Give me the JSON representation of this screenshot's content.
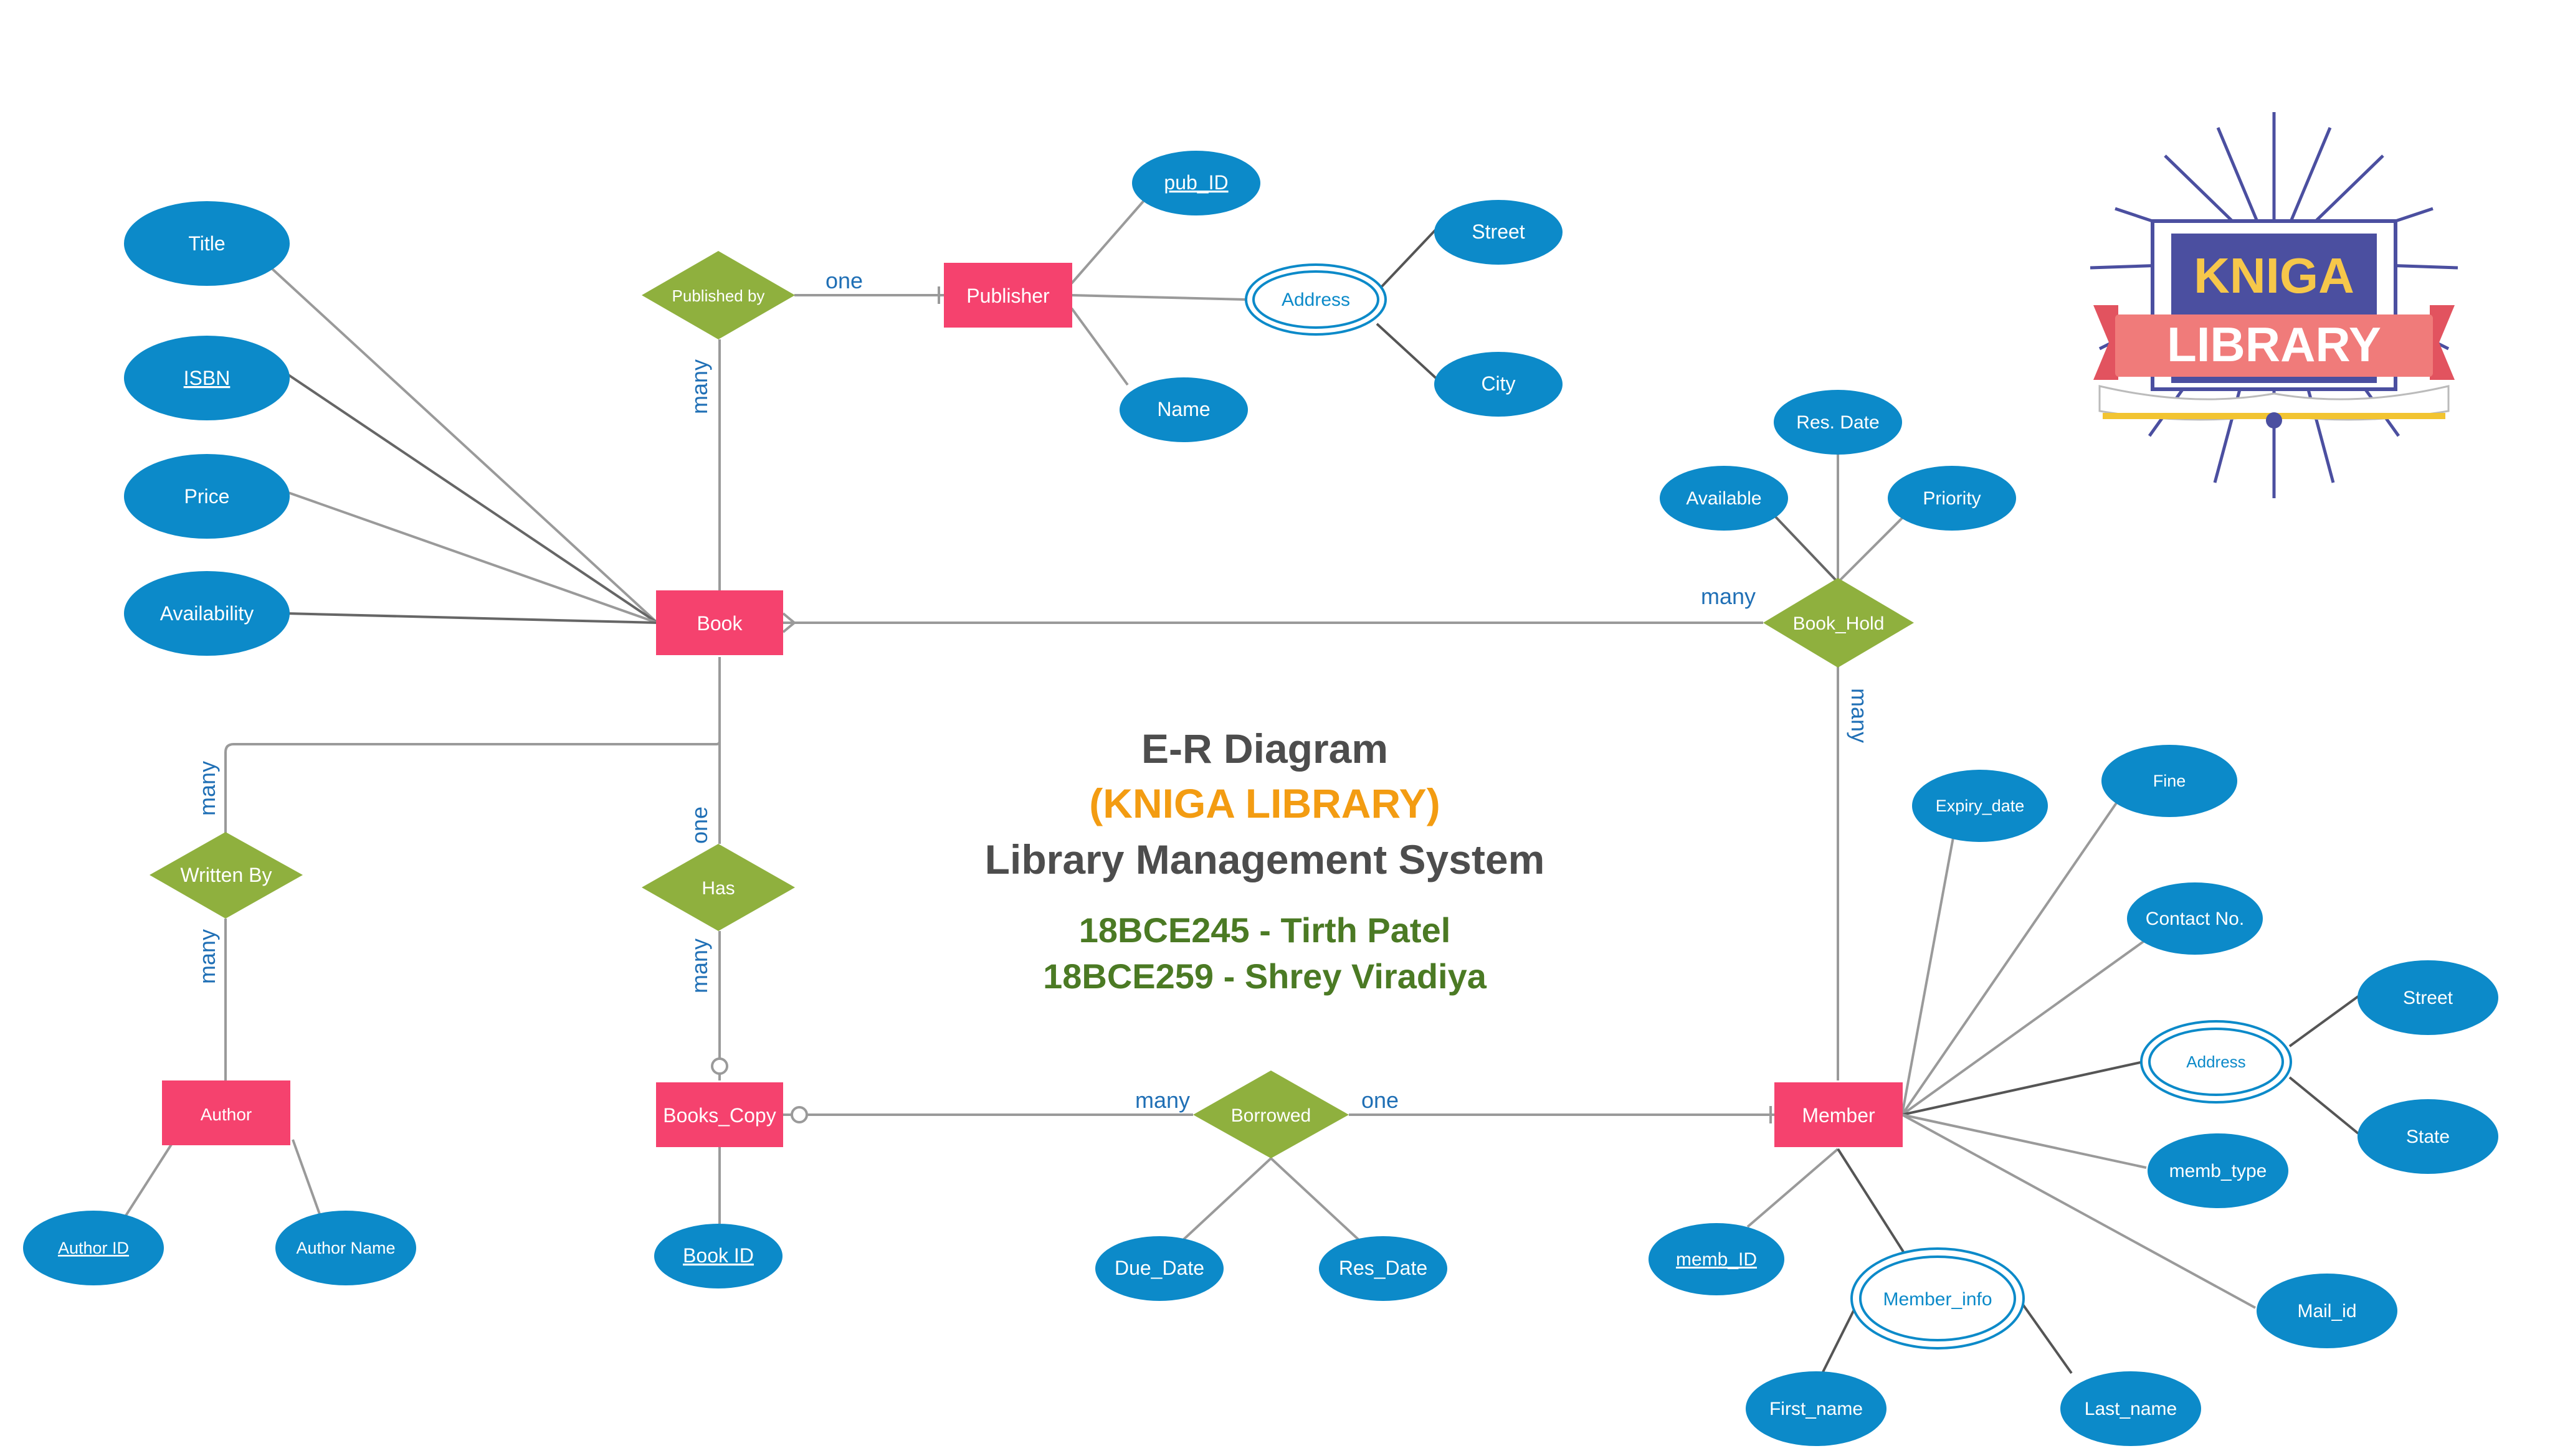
{
  "title": {
    "line1": "E-R Diagram",
    "line2": "(KNIGA LIBRARY)",
    "line3": "Library Management System",
    "student1": "18BCE245 - Tirth Patel",
    "student2": "18BCE259 - Shrey Viradiya"
  },
  "logo": {
    "line1": "KNIGA",
    "line2": "LIBRARY"
  },
  "colors": {
    "entity": "#f5426e",
    "attribute": "#0c8ac9",
    "relationship": "#8fb03e",
    "line": "#9a9a9a",
    "cardinality": "#1f6fb5"
  },
  "entities": {
    "book": "Book",
    "publisher": "Publisher",
    "author": "Author",
    "books_copy": "Books_Copy",
    "member": "Member"
  },
  "relationships": {
    "published_by": "Published by",
    "book_hold": "Book_Hold",
    "written_by": "Written By",
    "has": "Has",
    "borrowed": "Borrowed"
  },
  "attributes": {
    "title": "Title",
    "isbn": "ISBN",
    "price": "Price",
    "availability": "Availability",
    "pub_id": "pub_ID",
    "pub_address": "Address",
    "pub_street": "Street",
    "pub_city": "City",
    "pub_name": "Name",
    "res_date": "Res. Date",
    "available": "Available",
    "priority": "Priority",
    "author_id": "Author ID",
    "author_name": "Author Name",
    "book_id": "Book ID",
    "due_date": "Due_Date",
    "borrow_res_date": "Res_Date",
    "expiry_date": "Expiry_date",
    "fine": "Fine",
    "contact_no": "Contact No.",
    "mem_address": "Address",
    "mem_street": "Street",
    "mem_state": "State",
    "memb_type": "memb_type",
    "mail_id": "Mail_id",
    "memb_id": "memb_ID",
    "member_info": "Member_info",
    "first_name": "First_name",
    "last_name": "Last_name"
  },
  "cardinalities": {
    "pub_one": "one",
    "pub_many": "many",
    "hold_many_book": "many",
    "hold_many_member": "many",
    "written_many_book": "many",
    "written_many_author": "many",
    "has_one": "one",
    "has_many": "many",
    "borrow_many": "many",
    "borrow_one": "one"
  }
}
